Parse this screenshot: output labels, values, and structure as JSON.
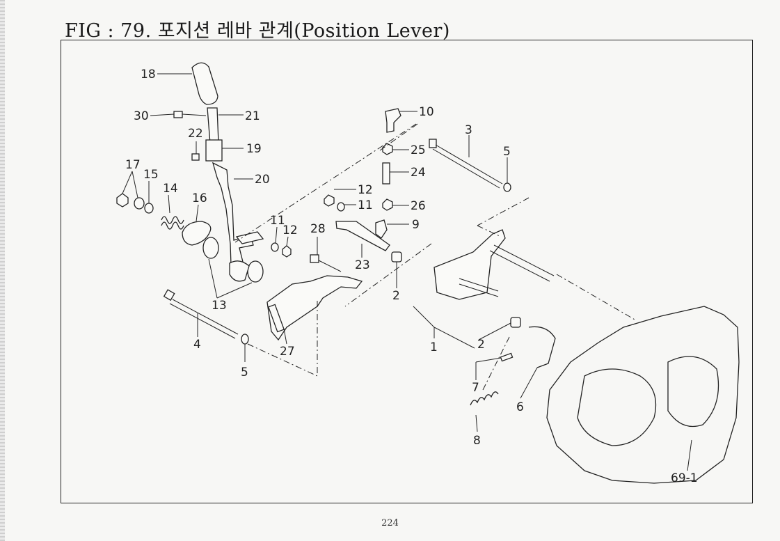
{
  "figure": {
    "title": "FIG : 79. 포지션 레바 관계(Position Lever)",
    "page_number": "224"
  },
  "callouts": {
    "p18": "18",
    "p30": "30",
    "p21": "21",
    "p22": "22",
    "p19": "19",
    "p20": "20",
    "p17": "17",
    "p15": "15",
    "p14": "14",
    "p16": "16",
    "p11a": "11",
    "p12a": "12",
    "p13": "13",
    "p4": "4",
    "p5a": "5",
    "p27": "27",
    "p28": "28",
    "p23": "23",
    "p12b": "12",
    "p11b": "11",
    "p10": "10",
    "p25": "25",
    "p24": "24",
    "p26": "26",
    "p9": "9",
    "p2a": "2",
    "p3": "3",
    "p5b": "5",
    "p1": "1",
    "p2b": "2",
    "p7": "7",
    "p6": "6",
    "p8": "8",
    "p691": "69-1"
  }
}
